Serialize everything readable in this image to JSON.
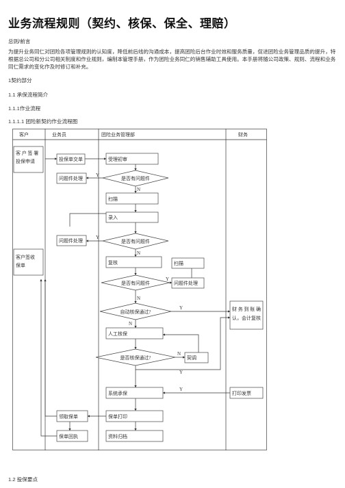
{
  "doc": {
    "title": "业务流程规则（契约、核保、保全、理赔）",
    "preface_heading": "总则/前言",
    "preface_text": "为提升业务同仁对团险各项管理规则的认知度，降低前后线的沟通成本，提高团险后台作业时效和服务质量，促进团险业务管理品质的提升，特根据总公司和分公司相关制度和作业规则，编制本管理手册，作为团险业务同仁的销售辅助工具使用。本手册将随公司政策、规则、流程和业务同仁需求的变化作及时修订和补充。",
    "section_1": "1契约部分",
    "section_1_1": "1.1 承保流程简介",
    "section_1_1_1": "1.1.1作业流程",
    "section_1_1_1_1": "1.1.1.1 团险新契约作业流程图",
    "section_1_2": "1.2 投保要点"
  },
  "flowchart": {
    "lanes": [
      "客户",
      "业务员",
      "团险业务管理部",
      "财务"
    ],
    "nodes": {
      "customer_apply": "客 户 签 署 投保申请",
      "submit_policy": "投保单交单",
      "accept_review": "受理初审",
      "issue_handle_1": "问题件处理",
      "decision_1": "是否有问题件",
      "scan_1": "扫描",
      "entry": "录入",
      "issue_handle_2": "问题件处理",
      "decision_2": "是否有问题件",
      "customer_sign": "客户签收保单",
      "recheck": "复核",
      "scan_2": "扫描",
      "decision_3": "是否有问题件",
      "issue_handle_3": "问题件处理",
      "auto_uw": "自动核保通过?",
      "finance_check": "财 务 到 账 确 认，会计复核",
      "manual_uw": "人工核保",
      "decision_4": "是否核保通过?",
      "survey": "契调",
      "system_uw": "系统承保",
      "print_invoice": "打印发票",
      "receive_policy": "领取保单",
      "print_policy": "保单打印",
      "policy_receipt": "保单回执",
      "archive": "资料归档"
    },
    "labels": {
      "yes": "Y",
      "no": "N"
    }
  }
}
